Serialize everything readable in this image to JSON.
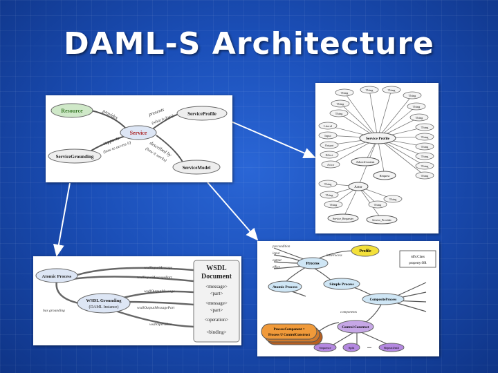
{
  "slide": {
    "title": "DAML-S Architecture"
  },
  "diagram1": {
    "resource": "Resource",
    "service": "Service",
    "service_profile": "ServiceProfile",
    "service_grounding": "ServiceGrounding",
    "service_model": "ServiceModel",
    "provides": "provides",
    "presents": "presents",
    "presents_sub": "(what it does)",
    "supports": "supports",
    "supports_sub": "(how to access it)",
    "described_by": "described by",
    "described_by_sub": "(how it works)"
  },
  "diagram2": {
    "center": "Service Profile",
    "actor": "Actor",
    "advert": "AdvertContent",
    "request": "Request",
    "thing": "Thing",
    "literal": "Literal",
    "input": "Input",
    "output": "Output",
    "effect": "Effect",
    "service_requester": "Service_Requester",
    "service_provider": "Service_Provider"
  },
  "diagram3": {
    "atomic_process": "Atomic Process",
    "grounding": "WSDL Grounding",
    "grounding_sub": "(DAML Instance)",
    "has_grounding": "has grounding",
    "wsdl_title1": "WSDL",
    "wsdl_title2": "Document",
    "message1": "<message>",
    "part1": "<part>",
    "message2": "<message>",
    "part2": "<part>",
    "operation": "<operation>",
    "binding": "<binding>",
    "input_message": "wsdlInputMessage",
    "input_message_part": "wsdlInputMessagePart",
    "output_message": "wsdlOutputMessage",
    "output_message_part": "wsdlOutputMessagePart",
    "wsdl_operation": "wsdlOperation"
  },
  "diagram4": {
    "profile": "Profile",
    "process": "Process",
    "simple_process": "Simple Process",
    "atomic_process": "Atomic Process",
    "composite_process": "CompositeProcess",
    "process_component": "ProcessComponent =",
    "process_component2": "Process U ControlConstruct",
    "control_construct": "Control Construct",
    "sequence": "Sequence",
    "split": "Split",
    "ellipsis": "...",
    "repeat_until": "RepeatUntil",
    "precondition": "precondition",
    "input": "input",
    "output": "output",
    "effect": "effect",
    "has_process": "hasProcess",
    "components": "components",
    "legend1": "rdfs:Class",
    "legend2": "property:OR"
  }
}
